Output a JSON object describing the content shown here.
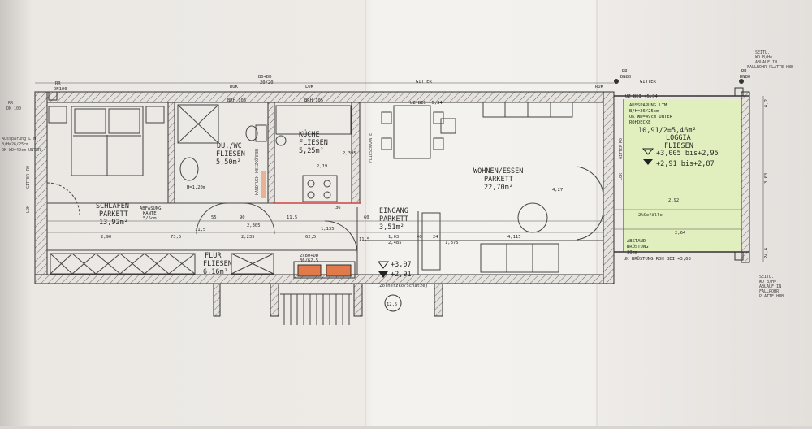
{
  "rooms": {
    "schlafen": {
      "name": "SCHLAFEN",
      "floor": "PARKETT",
      "area": "13,92m²"
    },
    "bad": {
      "name": "DU./WC",
      "floor": "FLIESEN",
      "area": "5,50m²"
    },
    "kueche": {
      "name": "KÜCHE",
      "floor": "FLIESEN",
      "area": "5,25m²"
    },
    "wohnen": {
      "name": "WOHNEN/ESSEN",
      "floor": "PARKETT",
      "area": "22,70m²"
    },
    "eingang": {
      "name": "EINGANG",
      "floor": "PARKETT",
      "area": "3,51m²"
    },
    "flur": {
      "name": "FLUR",
      "floor": "FLIESEN",
      "area": "6,16m²"
    },
    "loggia": {
      "name": "LOGGIA",
      "floor": "FLIESEN",
      "area": "10,91/2=5,46m²"
    }
  },
  "loggia_notes": {
    "aussparung": "AUSSPARUNG LTM",
    "aussparung_dim": "B/H=26/25cm",
    "ok": "OK WD=49cm UNTER",
    "rohdecke": "ROHDECKE",
    "level1": "+3,005 bis+2,95",
    "level2": "+2,91 bis+2,87",
    "gefaelle": "2%Gefälle",
    "abstand": "ABSTAND",
    "bruestung": "BRÜSTUNG",
    "bruestung_dim": "30cm",
    "uk_bruestung": "UK BRÜSTUNG ROH BEI +3,68",
    "uz": "UZ BEI +5,34"
  },
  "top_labels": {
    "rok_left": "ROK",
    "bd": "BD+DD",
    "bd_dim": "20/20",
    "lok_mid": "LOK",
    "gitter_mid": "GITTER",
    "brh_left": "BRH 105",
    "brh_right": "BRH 105",
    "uz_mid": "UZ BEI +5,34",
    "rok_right": "ROK",
    "gitter_right": "GITTER",
    "rr_left": "RR",
    "dn_left": "DN100",
    "rr_right": "RR",
    "dn_right": "DN80",
    "rr_far": "RR",
    "dn_far": "DN80"
  },
  "side_labels": {
    "rr": "RR",
    "dn": "DN 100",
    "aussparung": "Aussparung LTM",
    "dim": "B/H=26/25cm",
    "unter": "OK WD=49cm UNTER",
    "lok": "LOK",
    "gitter": "GITTER",
    "ro": "RO",
    "lok_right": "LOK",
    "gitter_right": "GITTER",
    "ro_right": "RO"
  },
  "annotations": {
    "abfasung": "ABFASUNG",
    "kante": "KANTE",
    "kante_dim": "5/5cm",
    "hoehe_bad": "H=1,20m",
    "level_entry1": "+3,07",
    "level_entry2": "+2,91",
    "stair": "(Zolnerzko/Schatze)",
    "stair_number": "12,5",
    "kamin": "2x80+DD",
    "kamin_dim": "36/62,5",
    "fliesenkante": "FLIESENKANTE",
    "handtuch": "HANDTUCH HEIZKÖRPER"
  },
  "dimensions": {
    "d_290": "2,90",
    "d_55": "55",
    "d_90": "90",
    "d_2305": "2,305",
    "d_2235": "2,235",
    "d_115a": "11,5",
    "d_625": "62,5",
    "d_1135": "1,135",
    "d_115b": "11,5",
    "d_103": "1,03",
    "d_40": "40",
    "d_24": "24",
    "d_4115": "4,115",
    "d_1875": "1,875",
    "d_427": "4,27",
    "d_219": "2,19",
    "d_2395": "2,395",
    "d_292": "2,92",
    "d_264": "2,64",
    "d_735": "73,5",
    "d_2485": "2,485",
    "d_36": "36",
    "d_363": "3,63",
    "d_62": "6,2",
    "d_246": "24,6",
    "d_115c": "11,5",
    "d_60": "60"
  },
  "corner_notes": {
    "top_right_1": "SEITL.",
    "top_right_2": "WD B/H=",
    "top_right_3": "ABLAUF IN",
    "top_right_4": "FALLROHR PLATTE HBB",
    "bottom_right_1": "SEITL.",
    "bottom_right_2": "WD B/H=",
    "bottom_right_3": "ABLAUF IN",
    "bottom_right_4": "FALLROHR",
    "bottom_right_5": "PLATTE HBB"
  },
  "colors": {
    "paper": "#f3f1ee",
    "wall_fill": "#e2dedb",
    "line": "#333333",
    "loggia": "#e0efbd",
    "kamin": "#e07a4a"
  }
}
